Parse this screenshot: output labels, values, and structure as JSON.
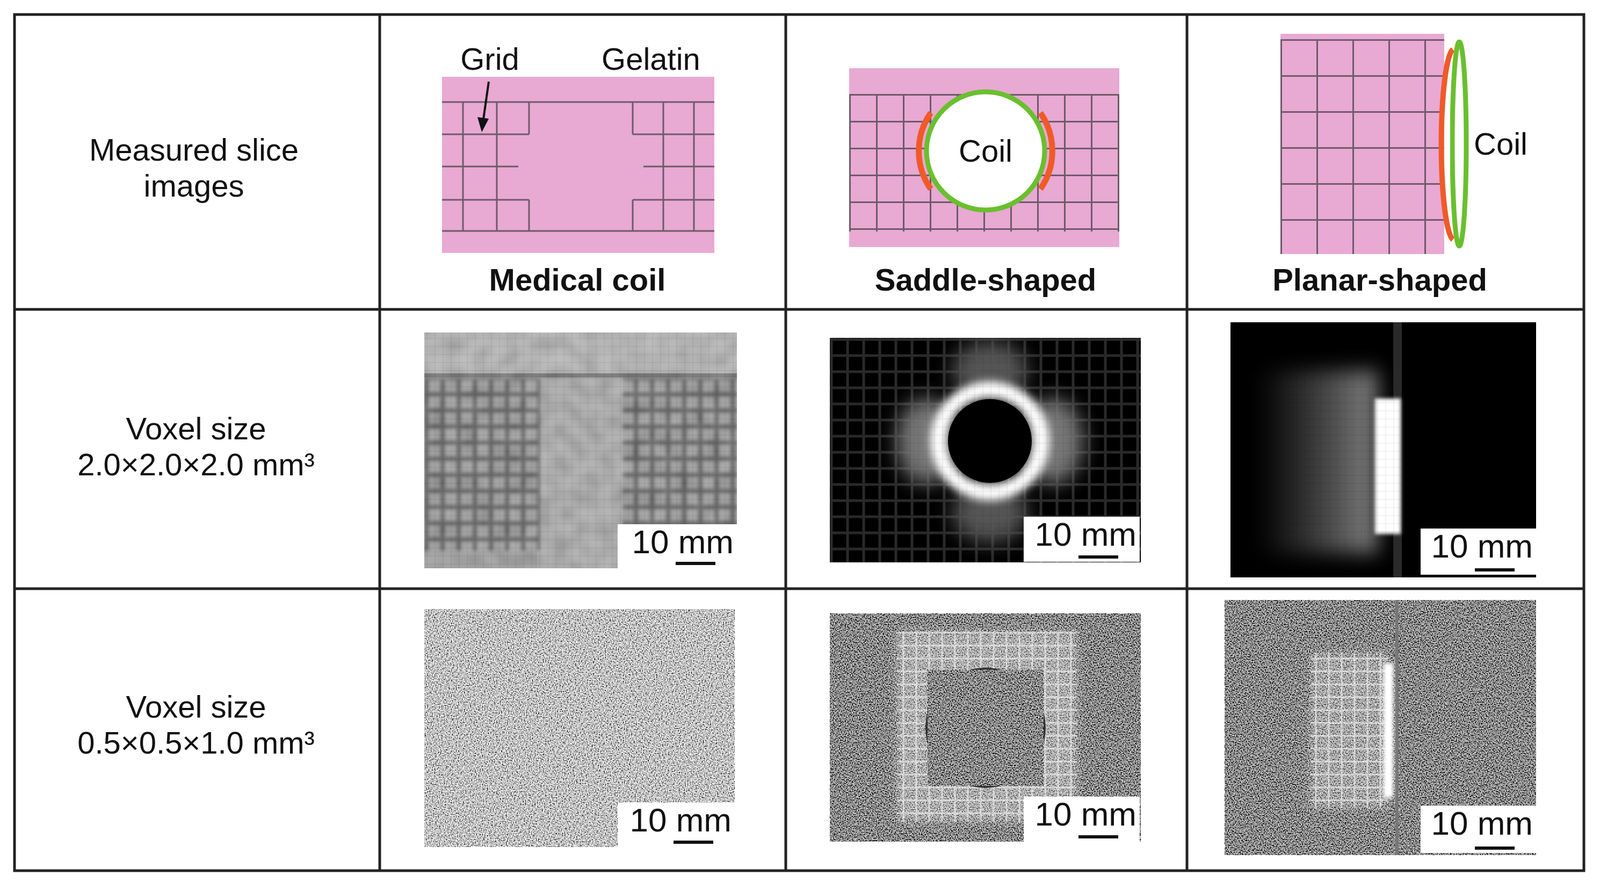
{
  "diagram": {
    "nodes": [
      {
        "text": [
          "Coil"
        ]
      },
      {
        "text": [
          "Coil"
        ]
      }
    ],
    "labels": [
      "Measured slice images",
      "Grid",
      "Gelatin",
      "Medical coil",
      "Saddle-shaped",
      "Planar-shaped",
      "Voxel size 2.0×2.0×2.0 mm³",
      "10 mm",
      "10 mm",
      "10 mm",
      "Voxel size 0.5×0.5×1.0 mm³",
      "10 mm",
      "10 mm",
      "10 mm"
    ]
  }
}
